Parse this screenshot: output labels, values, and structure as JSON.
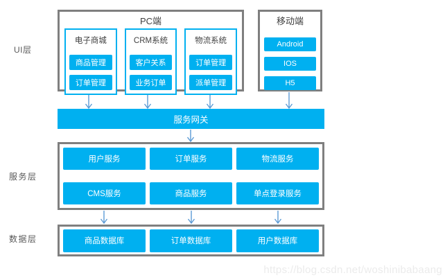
{
  "layer_labels": {
    "ui": "UI层",
    "service": "服务层",
    "data": "数据层"
  },
  "pc": {
    "title": "PC端",
    "groups": [
      {
        "title": "电子商城",
        "items": [
          "商品管理",
          "订单管理"
        ]
      },
      {
        "title": "CRM系统",
        "items": [
          "客户关系",
          "业务订单"
        ]
      },
      {
        "title": "物流系统",
        "items": [
          "订单管理",
          "派单管理"
        ]
      }
    ]
  },
  "mobile": {
    "title": "移动端",
    "items": [
      "Android",
      "IOS",
      "H5"
    ]
  },
  "gateway_label": "服务网关",
  "service_layer": {
    "row1": [
      "用户服务",
      "订单服务",
      "物流服务"
    ],
    "row2": [
      "CMS服务",
      "商品服务",
      "单点登录服务"
    ]
  },
  "data_layer": [
    "商品数据库",
    "订单数据库",
    "用户数据库"
  ],
  "watermark": "https://blog.csdn.net/woshinibabaang",
  "colors": {
    "accent_cyan": "#00b0f0",
    "border_gray": "#7f7f7f",
    "arrow_blue": "#5b9bd5",
    "title_text": "#404040"
  }
}
